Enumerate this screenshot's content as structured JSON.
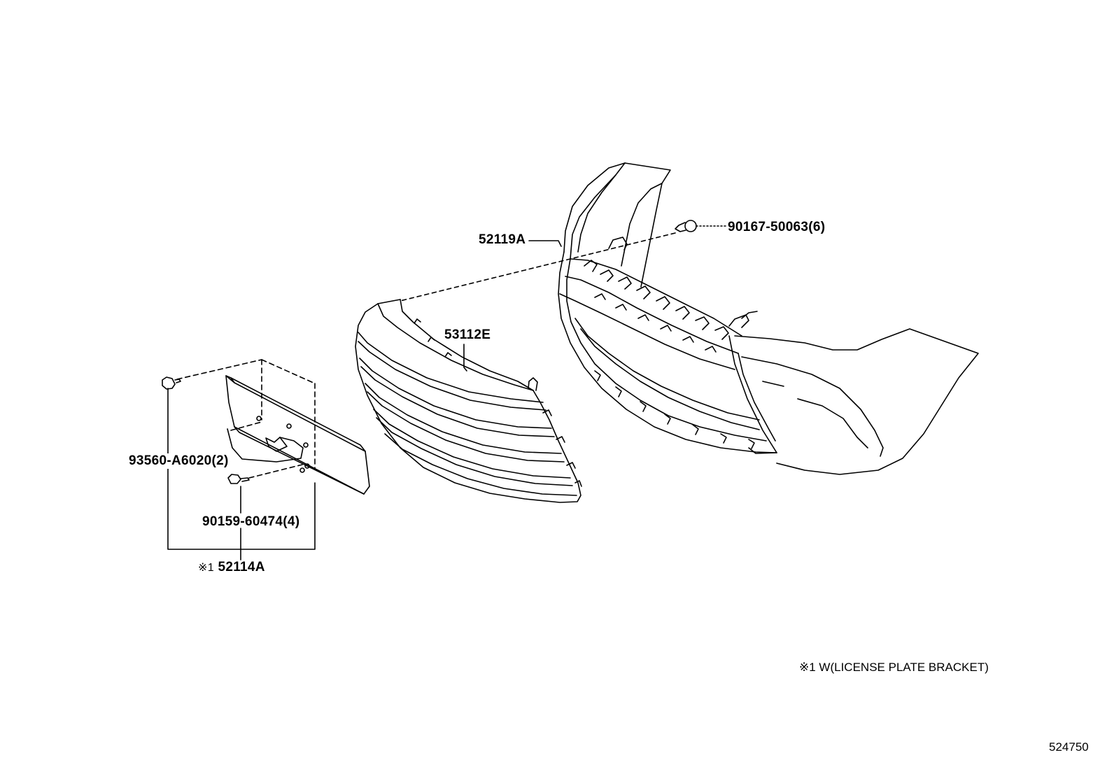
{
  "parts": {
    "bumper_cover": "52119A",
    "clip": "90167-50063(6)",
    "grille": "53112E",
    "rivet": "93560-A6020(2)",
    "screw": "90159-60474(4)",
    "plate_bracket": "52114A",
    "plate_bracket_marker": "※1"
  },
  "note": "※1 W(LICENSE PLATE BRACKET)",
  "figure_number": "524750"
}
